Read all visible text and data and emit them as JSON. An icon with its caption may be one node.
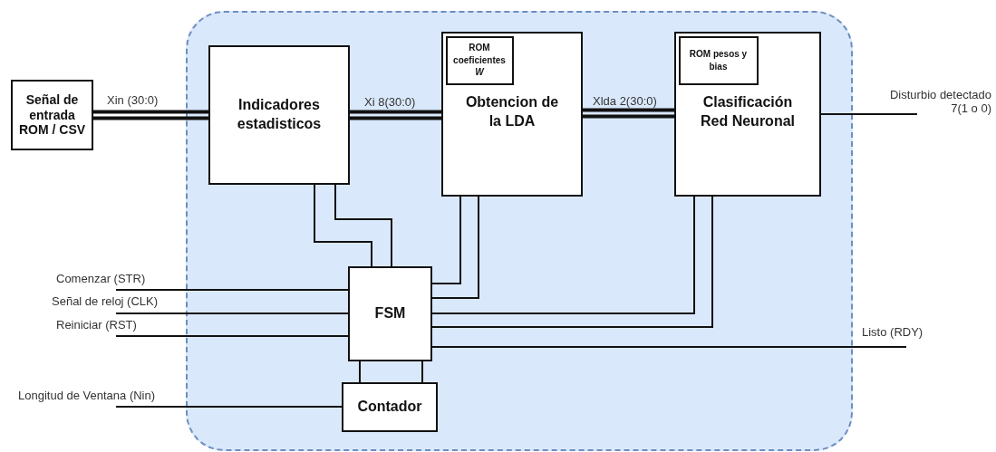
{
  "diagram": {
    "nodes": [
      {
        "text": [],
        "shape": "box"
      },
      {
        "text": [
          "Señal de entrada ROM / CSV"
        ]
      },
      {
        "text": [
          "Indicadores estadisticos"
        ],
        "in": 0
      },
      {
        "text": [
          "Obtencion de la LDA"
        ],
        "in": 0
      },
      {
        "text": [
          "ROM coeficientes *W*"
        ],
        "in": 3
      },
      {
        "text": [
          "Clasificación Red Neuronal"
        ],
        "in": 0
      },
      {
        "text": [
          "ROM pesos y bias"
        ],
        "in": 5
      },
      {
        "text": [
          "FSM"
        ],
        "in": 0
      },
      {
        "text": [
          "Contador"
        ],
        "in": 0
      }
    ],
    "edges": [
      {
        "from": 1,
        "to": 2,
        "arrow": "none",
        "style": "thick",
        "label": "Xin (30:0)"
      },
      {
        "from": 2,
        "to": 3,
        "arrow": "none",
        "style": "thick",
        "label": "Xi 8(30:0)"
      },
      {
        "from": 3,
        "to": 5,
        "arrow": "none",
        "style": "thick",
        "label": "Xlda 2(30:0)"
      },
      {
        "from": 5,
        "to": null,
        "arrow": "none",
        "label": "Disturbio detectado 7(1 o 0)"
      },
      {
        "from": 2,
        "to": 7,
        "arrow": "none"
      },
      {
        "from": 2,
        "to": 7,
        "arrow": "none"
      },
      {
        "from": 3,
        "to": 7,
        "arrow": "none"
      },
      {
        "from": 3,
        "to": 7,
        "arrow": "none"
      },
      {
        "from": 5,
        "to": 7,
        "arrow": "none"
      },
      {
        "from": 5,
        "to": 7,
        "arrow": "none"
      },
      {
        "from": null,
        "to": 7,
        "arrow": "none",
        "label": "Comenzar (STR)"
      },
      {
        "from": null,
        "to": 7,
        "arrow": "none",
        "label": "Señal de reloj (CLK)"
      },
      {
        "from": null,
        "to": 7,
        "arrow": "none",
        "label": "Reiniciar (RST)"
      },
      {
        "from": 7,
        "to": null,
        "arrow": "none",
        "label": "Listo (RDY)"
      },
      {
        "from": 7,
        "to": 8,
        "arrow": "none"
      },
      {
        "from": 7,
        "to": 8,
        "arrow": "none"
      },
      {
        "from": null,
        "to": 8,
        "arrow": "none",
        "label": "Longitud de Ventana (Nin)"
      }
    ]
  }
}
